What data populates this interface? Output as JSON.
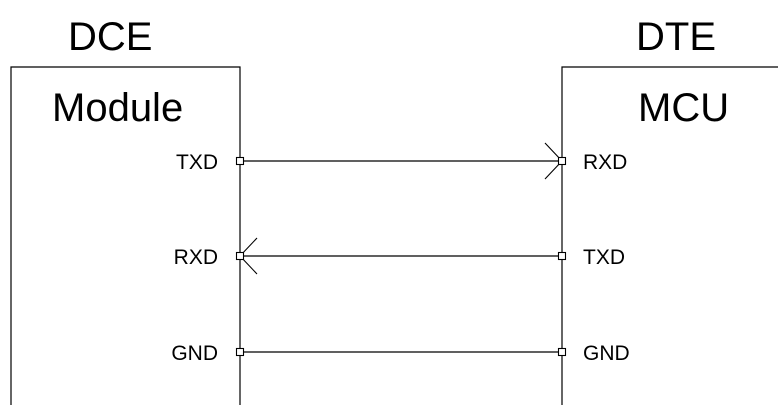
{
  "left": {
    "role": "DCE",
    "device": "Module",
    "pins": [
      "TXD",
      "RXD",
      "GND"
    ]
  },
  "right": {
    "role": "DTE",
    "device": "MCU",
    "pins": [
      "RXD",
      "TXD",
      "GND"
    ]
  },
  "connections": [
    {
      "from": "TXD",
      "to": "RXD",
      "direction": "left-to-right"
    },
    {
      "from": "TXD",
      "to": "RXD",
      "direction": "right-to-left"
    },
    {
      "from": "GND",
      "to": "GND",
      "direction": "none"
    }
  ]
}
